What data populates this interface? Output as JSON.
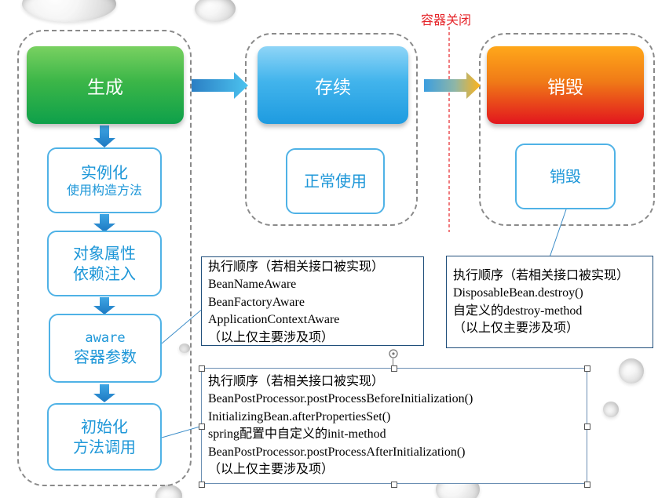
{
  "stages": {
    "generate": "生成",
    "persist": "存续",
    "destroy": "销毁"
  },
  "container_close_label": "容器关闭",
  "generate_steps": {
    "instantiate": {
      "line1": "实例化",
      "line2": "使用构造方法"
    },
    "inject": {
      "line1": "对象属性",
      "line2": "依赖注入"
    },
    "aware": {
      "line1": "aware",
      "line2": "容器参数"
    },
    "init": {
      "line1": "初始化",
      "line2": "方法调用"
    }
  },
  "persist_step": "正常使用",
  "destroy_step": "销毁",
  "notes": {
    "aware_order": [
      "执行顺序（若相关接口被实现）",
      "BeanNameAware",
      "BeanFactoryAware",
      "ApplicationContextAware",
      "（以上仅主要涉及项）"
    ],
    "destroy_order": [
      "执行顺序（若相关接口被实现）",
      "DisposableBean.destroy()",
      "自定义的destroy-method",
      "（以上仅主要涉及项）"
    ],
    "init_order": [
      "执行顺序（若相关接口被实现）",
      "BeanPostProcessor.postProcessBeforeInitialization()",
      "InitializingBean.afterPropertiesSet()",
      "spring配置中自定义的init-method",
      "BeanPostProcessor.postProcessAfterInitialization()",
      "（以上仅主要涉及项）"
    ]
  },
  "colors": {
    "step_border": "#4fb2e6",
    "step_text": "#1e97d8",
    "close_line": "#e5252a",
    "note_border": "#1f4e7a"
  }
}
